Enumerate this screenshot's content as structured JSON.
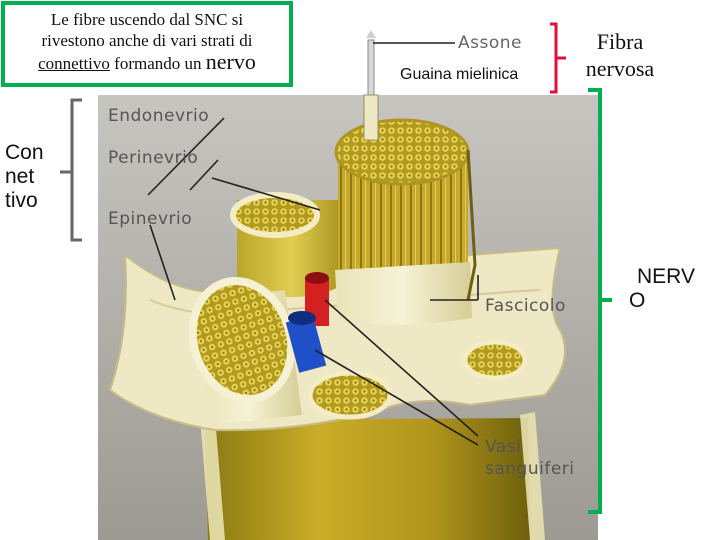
{
  "intro": {
    "line1": "Le  fibre  uscendo  dal SNC si",
    "line2": "rivestono anche di  vari strati  di",
    "line3_a": "connettivo",
    "line3_b": "  formando un ",
    "line3_c": "nervo"
  },
  "labels": {
    "assone": "Assone",
    "guaina": "Guaina mielinica",
    "fibra_1": "Fibra",
    "fibra_2": "nervosa",
    "endonevrio": "Endonevrio",
    "perinevrio": "Perinevrio",
    "epinevrio": "Epinevrio",
    "connettivo": [
      "Con",
      "net",
      "tivo"
    ],
    "nervo": [
      "NERV",
      "O"
    ],
    "fascicolo": "Fascicolo",
    "vasi_1": "Vasi",
    "vasi_2": "sanguiferi"
  },
  "colors": {
    "box_border": "#00b050",
    "bracket_green": "#00b050",
    "bracket_red": "#e0103a",
    "bracket_gray": "#666666",
    "artery": "#d42020",
    "vein": "#2050c8"
  }
}
